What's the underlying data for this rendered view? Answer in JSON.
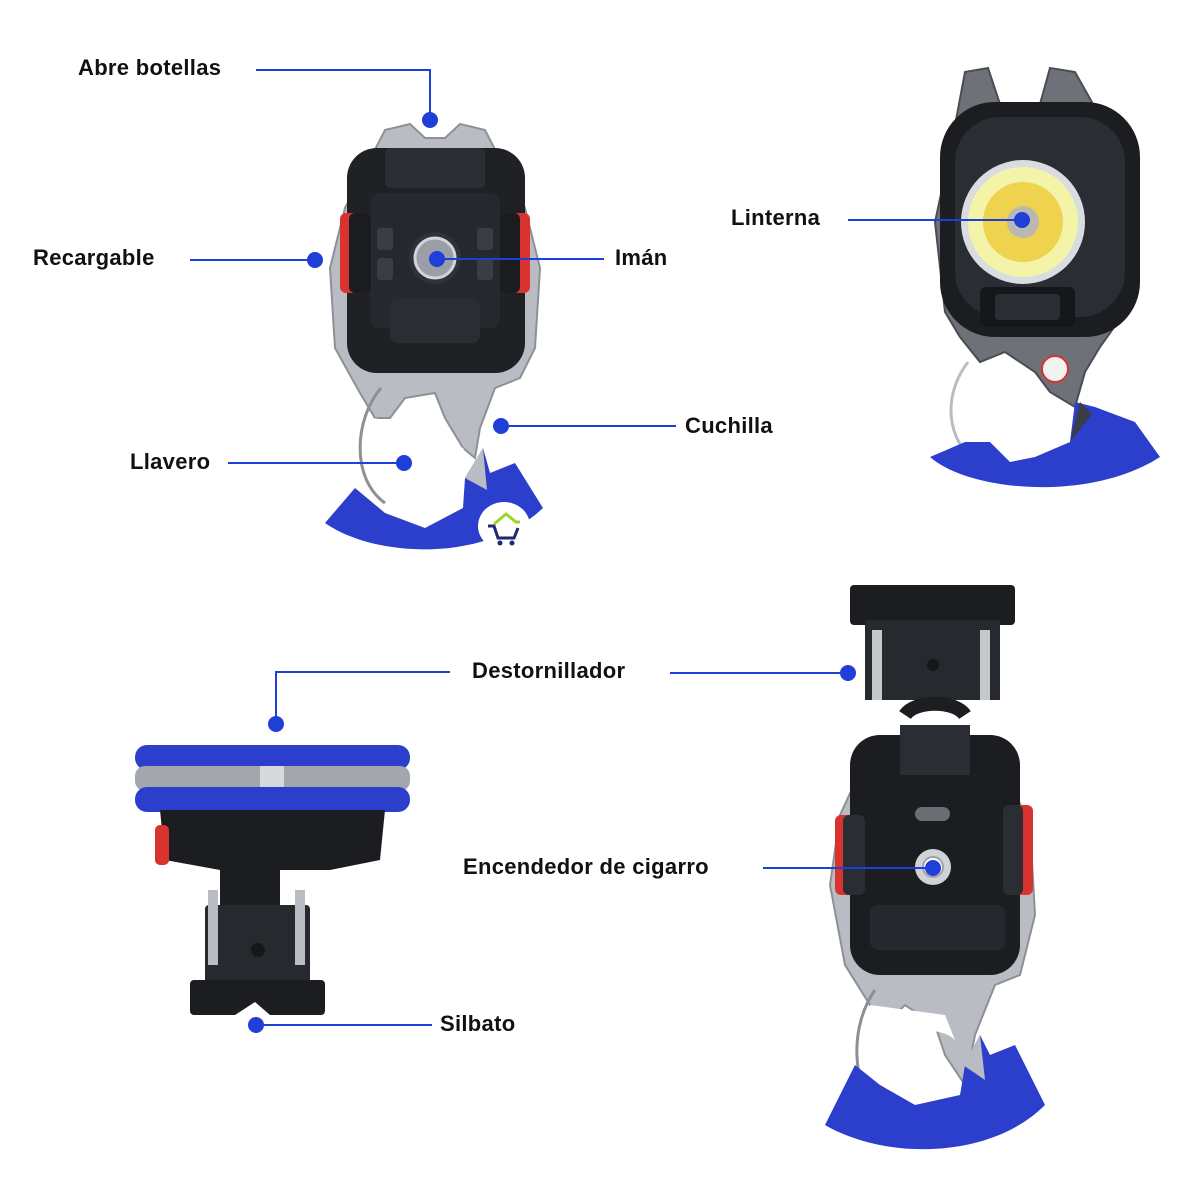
{
  "page": {
    "background": "#ffffff",
    "accent_color": "#1e3fd8",
    "product_blue": "#2b3fcc",
    "metal_color": "#b9bcc2",
    "body_color": "#1f2125",
    "button_red": "#d8332e"
  },
  "callouts": [
    {
      "id": "bottle-opener",
      "label": "Abre botellas"
    },
    {
      "id": "rechargeable",
      "label": "Recargable"
    },
    {
      "id": "magnet",
      "label": "Imán"
    },
    {
      "id": "keychain",
      "label": "Llavero"
    },
    {
      "id": "blade",
      "label": "Cuchilla"
    },
    {
      "id": "flashlight",
      "label": "Linterna"
    },
    {
      "id": "screwdriver",
      "label": "Destornillador"
    },
    {
      "id": "cigarette-lighter",
      "label": "Encendedor de cigarro"
    },
    {
      "id": "whistle",
      "label": "Silbato"
    }
  ],
  "products": [
    {
      "id": "front-view",
      "description": "Multi-tool keychain, back view with magnet"
    },
    {
      "id": "flashlight-view",
      "description": "Multi-tool keychain, front view with COB flashlight"
    },
    {
      "id": "side-view",
      "description": "Multi-tool keychain, side view with screwdriver bits"
    },
    {
      "id": "open-view",
      "description": "Multi-tool keychain, opened showing screwdriver and lighter"
    }
  ],
  "watermark": {
    "icon": "shopping-cart-house-icon"
  }
}
